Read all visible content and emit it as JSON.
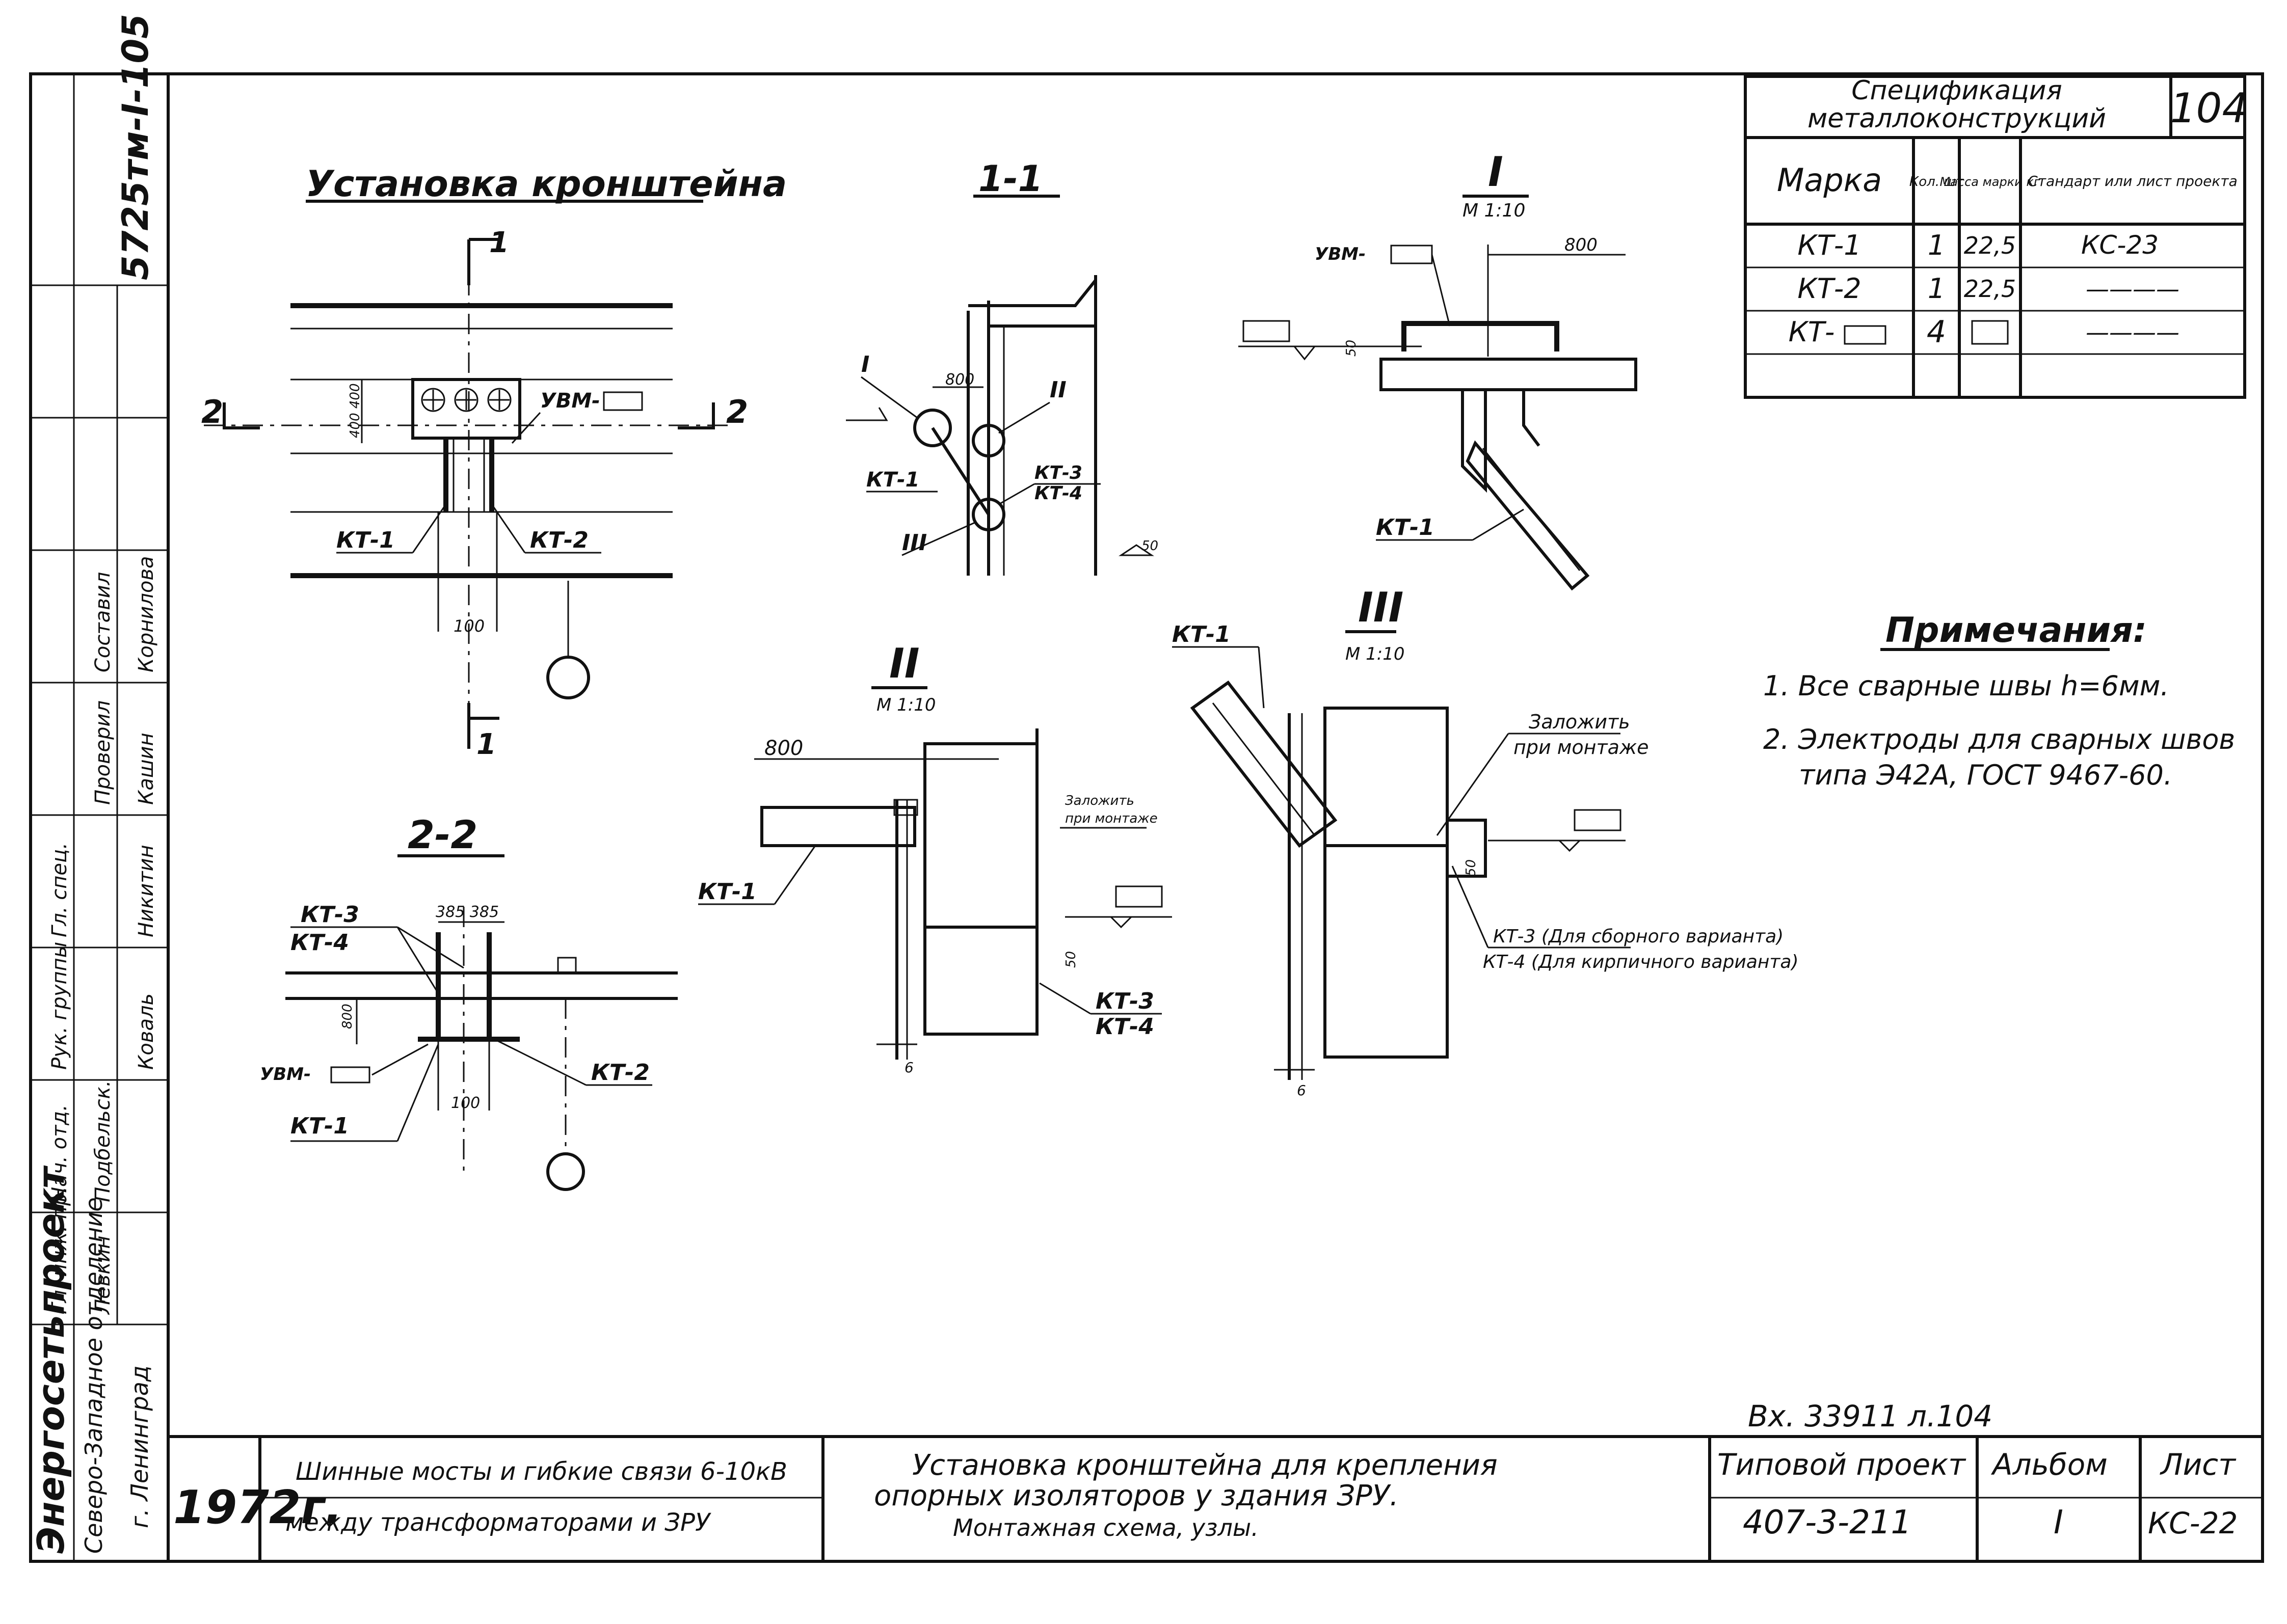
{
  "sheet_number_corner": "104",
  "inventory_number": "5725тм-I-105",
  "titles": {
    "bracket_installation": "Установка кронштейна",
    "section_1_1": "1-1",
    "section_2_2": "2-2",
    "node_I": "I",
    "node_I_scale": "М 1:10",
    "node_II": "II",
    "node_II_scale": "М 1:10",
    "node_III": "III",
    "node_III_scale": "М 1:10"
  },
  "labels": {
    "kt1": "КТ-1",
    "kt2": "КТ-2",
    "kt3": "КТ-3",
    "kt4": "КТ-4",
    "uvm": "УВМ-",
    "cut_1": "1",
    "cut_2": "2",
    "dim_100": "100",
    "dim_400": "400 400",
    "dim_800": "800",
    "dim_385": "385 385",
    "dim_50": "50",
    "dim_6": "6",
    "zalozhit": "Заложить",
    "pri_montazhe": "при монтаже",
    "kt3_note": "КТ-3 (Для сборного варианта)",
    "kt4_note": "КТ-4 (Для кирпичного варианта)",
    "node_ref_I": "I",
    "node_ref_II": "II",
    "node_ref_III": "III"
  },
  "spec_table": {
    "title_line1": "Спецификация",
    "title_line2": "металлоконструкций",
    "headers": [
      "Марка",
      "Кол. шт",
      "Масса марки кг",
      "Стандарт или лист проекта"
    ],
    "rows": [
      {
        "mark": "КТ-1",
        "qty": "1",
        "mass": "22,5",
        "std": "КС-23"
      },
      {
        "mark": "КТ-2",
        "qty": "1",
        "mass": "22,5",
        "std": "————"
      },
      {
        "mark": "КТ-",
        "qty": "4",
        "mass": "",
        "std": "————"
      },
      {
        "mark": "",
        "qty": "",
        "mass": "",
        "std": ""
      }
    ]
  },
  "notes": {
    "title": "Примечания:",
    "items": [
      "1. Все сварные швы h=6мм.",
      "2. Электроды для сварных швов",
      "типа Э42А, ГОСТ 9467-60."
    ]
  },
  "stamp_left": {
    "org_line1": "Энергосетьпроект",
    "org_line2": "Северо-Западное отделение",
    "org_line3": "г. Ленинград",
    "roles": [
      "Гл. инж. пр.",
      "Нач. отд.",
      "Рук. группы",
      "Гл. спец.",
      "Проверил",
      "Составил"
    ],
    "names": [
      "Левкин",
      "Подбельск.",
      "Коваль",
      "Никитин",
      "Кашин",
      "Корнилова"
    ]
  },
  "title_block": {
    "year": "1972г.",
    "project_name_line1": "Шинные мосты и гибкие связи 6-10кВ",
    "project_name_line2": "между трансформаторами и ЗРУ",
    "drawing_title_line1": "Установка кронштейна для крепления",
    "drawing_title_line2": "опорных изоляторов у здания ЗРУ.",
    "drawing_title_line3": "Монтажная схема, узлы.",
    "typical_project_label": "Типовой проект",
    "typical_project_value": "407-3-211",
    "album_label": "Альбом",
    "album_value": "I",
    "sheet_label": "Лист",
    "sheet_value": "КС-22",
    "inventory_stamp": "Вх. 33911 л.104"
  }
}
